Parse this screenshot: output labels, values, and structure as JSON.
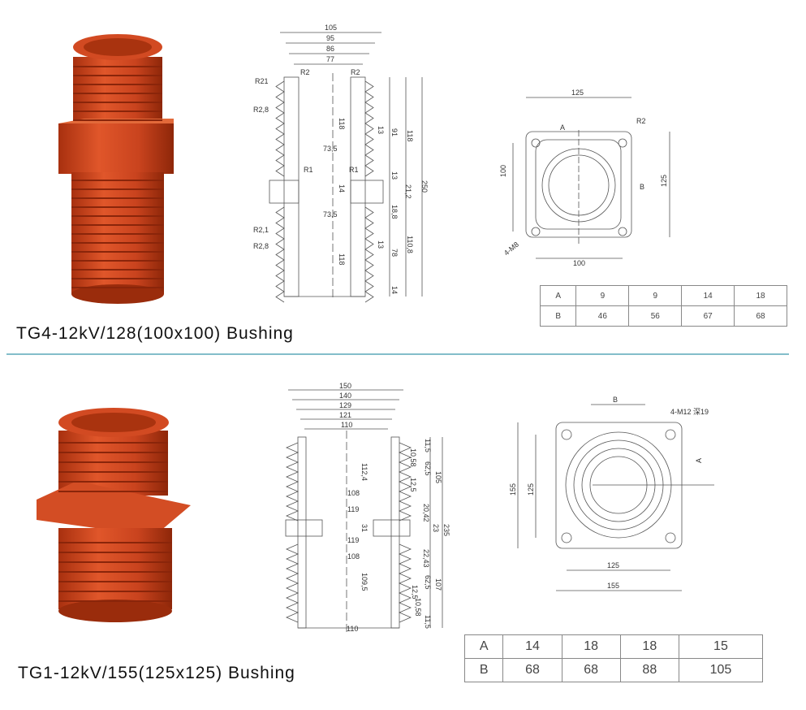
{
  "colors": {
    "product": "#c9431e",
    "separator": "#5aa7b8",
    "drawing": "#555555"
  },
  "section1": {
    "title": "TG4-12kV/128(100x100) Bushing",
    "side_dims": [
      "105",
      "95",
      "86",
      "77",
      "R21",
      "R2",
      "R2",
      "R2,8",
      "118",
      "91",
      "118",
      "13",
      "73,5",
      "R1",
      "R1",
      "14",
      "13",
      "21,2",
      "250",
      "73,5",
      "18,8",
      "R2,1",
      "R2,8",
      "13",
      "78",
      "110,8",
      "118",
      "14"
    ],
    "front_dims": [
      "125",
      "A",
      "R2",
      "100",
      "B",
      "125",
      "4-M8",
      "100"
    ],
    "table": [
      [
        "A",
        "9",
        "9",
        "14",
        "18"
      ],
      [
        "B",
        "46",
        "56",
        "67",
        "68"
      ]
    ]
  },
  "section2": {
    "title": "TG1-12kV/155(125x125) Bushing",
    "side_dims": [
      "150",
      "140",
      "129",
      "121",
      "110",
      "11,5",
      "10,58",
      "112,4",
      "62,5",
      "105",
      "12,5",
      "108",
      "119",
      "20,42",
      "23",
      "235",
      "31",
      "119",
      "108",
      "22,43",
      "109,5",
      "62,5",
      "107",
      "12,5",
      "10,58",
      "11,5",
      "110"
    ],
    "front_dims": [
      "B",
      "4-M12 深19",
      "155",
      "125",
      "A",
      "125",
      "155"
    ],
    "table": [
      [
        "A",
        "14",
        "18",
        "18",
        "15"
      ],
      [
        "B",
        "68",
        "68",
        "88",
        "105"
      ]
    ]
  }
}
